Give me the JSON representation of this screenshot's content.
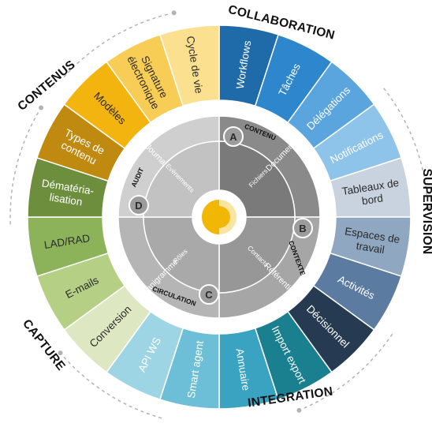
{
  "groups": [
    {
      "name": "COLLABORATION",
      "key": "collaboration"
    },
    {
      "name": "SUPERVISION",
      "key": "supervision"
    },
    {
      "name": "INTEGRATION",
      "key": "integration"
    },
    {
      "name": "CAPTURE",
      "key": "capture"
    },
    {
      "name": "CONTENUS",
      "key": "contenus"
    }
  ],
  "segments": [
    {
      "key": "workflows",
      "lines": [
        "Workflows"
      ],
      "color": "#1f6aa8",
      "group": "collaboration"
    },
    {
      "key": "taches",
      "lines": [
        "Tâches"
      ],
      "color": "#2e86cc",
      "group": "collaboration"
    },
    {
      "key": "delegations",
      "lines": [
        "Délégations"
      ],
      "color": "#5aa5de",
      "group": "collaboration"
    },
    {
      "key": "notifications",
      "lines": [
        "Notifications"
      ],
      "color": "#8ec3ea",
      "group": "collaboration"
    },
    {
      "key": "tableaux-de-bord",
      "lines": [
        "Tableaux de",
        "bord"
      ],
      "color": "#c9d3df",
      "group": "supervision",
      "dark": true
    },
    {
      "key": "espaces-de-travail",
      "lines": [
        "Espaces de",
        "travail"
      ],
      "color": "#8fa7c0",
      "group": "supervision",
      "dark": true
    },
    {
      "key": "activites",
      "lines": [
        "Activités"
      ],
      "color": "#5c7ba1",
      "group": "supervision"
    },
    {
      "key": "decisionnel",
      "lines": [
        "Décisionnel"
      ],
      "color": "#263b52",
      "group": "supervision"
    },
    {
      "key": "import-export",
      "lines": [
        "Import export"
      ],
      "color": "#1a7f8f",
      "group": "integration"
    },
    {
      "key": "annuaire",
      "lines": [
        "Annuaire"
      ],
      "color": "#3aa3c2",
      "group": "integration"
    },
    {
      "key": "smart-agent",
      "lines": [
        "Smart agent"
      ],
      "color": "#6cbfd6",
      "group": "integration"
    },
    {
      "key": "api-ws",
      "lines": [
        "API WS"
      ],
      "color": "#9dd5e4",
      "group": "integration"
    },
    {
      "key": "conversion",
      "lines": [
        "Conversion"
      ],
      "color": "#dde7c2",
      "group": "capture",
      "dark": true
    },
    {
      "key": "e-mails",
      "lines": [
        "E-mails"
      ],
      "color": "#b5cf84",
      "group": "capture",
      "dark": true
    },
    {
      "key": "lad-rad",
      "lines": [
        "LAD/RAD"
      ],
      "color": "#8db35a",
      "group": "capture",
      "dark": true
    },
    {
      "key": "dematerialisation",
      "lines": [
        "Dématéria-",
        "lisation"
      ],
      "color": "#6d8f3d",
      "group": "capture"
    },
    {
      "key": "types-de-contenu",
      "lines": [
        "Types de",
        "contenu"
      ],
      "color": "#c08a10",
      "group": "contenus"
    },
    {
      "key": "modeles",
      "lines": [
        "Modèles"
      ],
      "color": "#f4b40f",
      "group": "contenus",
      "dark": true
    },
    {
      "key": "signature-electronique",
      "lines": [
        "Signature",
        "électronique"
      ],
      "color": "#f8cd55",
      "group": "contenus",
      "dark": true
    },
    {
      "key": "cycle-de-vie",
      "lines": [
        "Cycle de vie"
      ],
      "color": "#fbe08f",
      "group": "contenus",
      "dark": true
    }
  ],
  "inner": {
    "quadrants": [
      {
        "key": "contenu",
        "letter": "A",
        "ring_label": "CONTENU",
        "outer_label": "Documents",
        "inner_label": "Fichiers",
        "color": "#8a8a8a",
        "color_inner": "#7a7a7a"
      },
      {
        "key": "contexte",
        "letter": "B",
        "ring_label": "CONTEXTE",
        "outer_label": "Référentiels",
        "inner_label": "Contacts",
        "color": "#a6a6a6",
        "color_inner": "#979797"
      },
      {
        "key": "circulation",
        "letter": "C",
        "ring_label": "CIRCULATION",
        "outer_label": "Organigramme",
        "inner_label": "Rôles",
        "color": "#b5b5b5",
        "color_inner": "#a9a9a9"
      },
      {
        "key": "audit",
        "letter": "D",
        "ring_label": "AUDIT",
        "outer_label": "Journal",
        "inner_label": "Evénements",
        "color": "#cfcfcf",
        "color_inner": "#c2c2c2"
      }
    ],
    "center_colors": {
      "yellow": "#f2b705",
      "light": "#fbe4a0"
    }
  },
  "colors": {
    "arc": "#b3b3b3",
    "badge": "#9c9c9c",
    "badge_text": "#2b2b2b"
  }
}
